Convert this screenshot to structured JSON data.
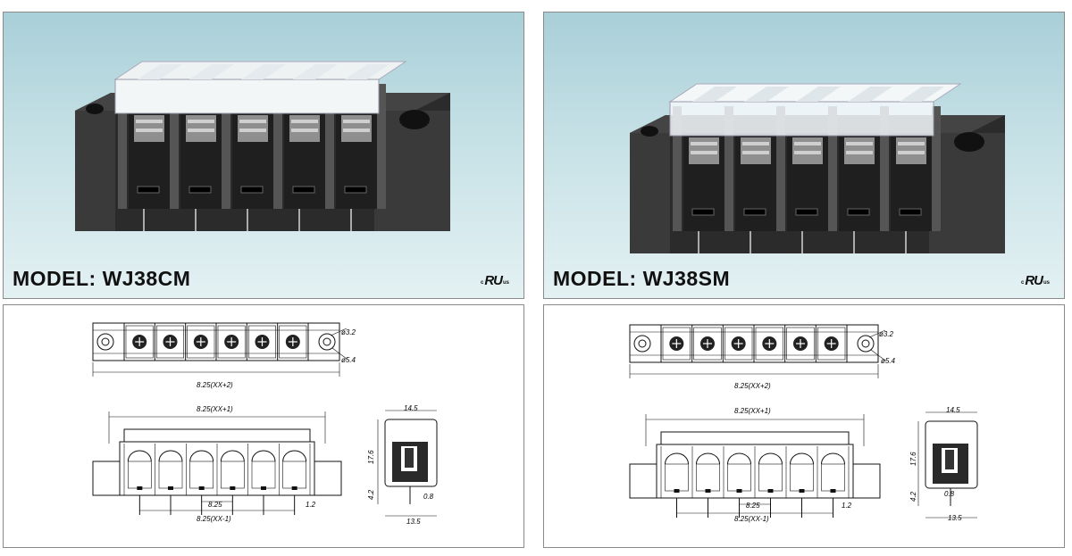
{
  "panels": {
    "left_photo": {
      "model_label": "MODEL: WJ38CM",
      "cert_c": "c",
      "cert_mark": "RU",
      "cert_us": "us"
    },
    "right_photo": {
      "model_label": "MODEL: WJ38SM",
      "cert_c": "c",
      "cert_mark": "RU",
      "cert_us": "us"
    }
  },
  "drawings": {
    "left": {
      "dim_top_overall": "8.25(XX+2)",
      "dim_front_cover": "8.25(XX+1)",
      "dim_pitch": "8.25",
      "dim_pins": "8.25(XX-1)",
      "dim_pin": "1.2",
      "hole_small": "ø3.2",
      "hole_large": "ø5.4",
      "side_width": "14.5",
      "side_height": "17.6",
      "side_base": "4.2",
      "side_tab": "0.8",
      "side_bottom": "13.5"
    },
    "right": {
      "dim_top_overall": "8.25(XX+2)",
      "dim_front_cover": "8.25(XX+1)",
      "dim_pitch": "8.25",
      "dim_pins": "8.25(XX-1)",
      "dim_pin": "1.2",
      "hole_small": "ø3.2",
      "hole_large": "ø5.4",
      "side_width": "14.5",
      "side_height": "17.6",
      "side_base": "4.2",
      "side_tab": "0.8",
      "side_bottom": "13.5"
    }
  },
  "colors": {
    "photo_bg_top": "#a9cfd8",
    "photo_bg_bottom": "#e4f1f3",
    "block_black": "#2a2a2a",
    "cover_clear": "#eef3f5"
  }
}
